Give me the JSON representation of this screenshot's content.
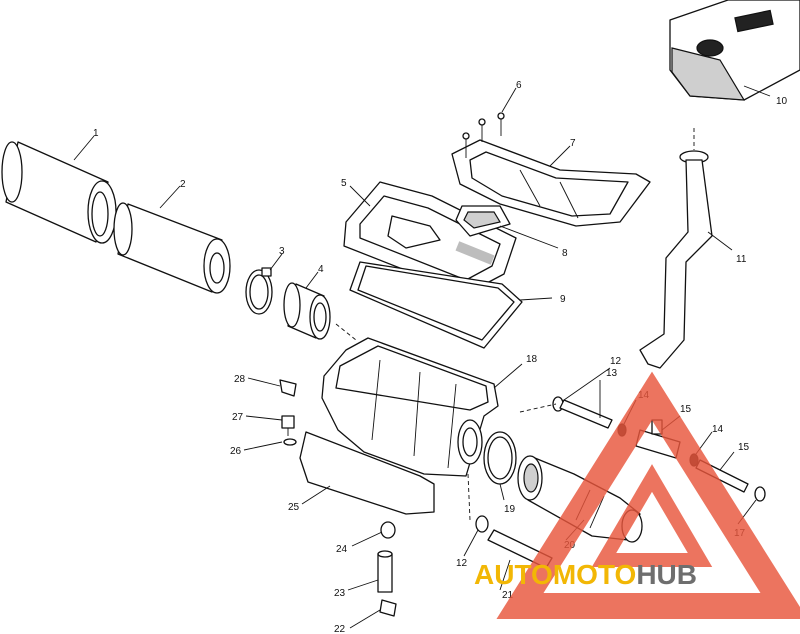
{
  "callouts": [
    {
      "label": "1"
    },
    {
      "label": "2"
    },
    {
      "label": "3"
    },
    {
      "label": "4"
    },
    {
      "label": "5"
    },
    {
      "label": "6"
    },
    {
      "label": "7"
    },
    {
      "label": "8"
    },
    {
      "label": "9"
    },
    {
      "label": "10"
    },
    {
      "label": "11"
    },
    {
      "label": "12"
    },
    {
      "label": "13"
    },
    {
      "label": "14"
    },
    {
      "label": "15"
    },
    {
      "label": "14"
    },
    {
      "label": "15"
    },
    {
      "label": "17"
    },
    {
      "label": "18"
    },
    {
      "label": "19"
    },
    {
      "label": "20"
    },
    {
      "label": "21"
    },
    {
      "label": "12"
    },
    {
      "label": "22"
    },
    {
      "label": "23"
    },
    {
      "label": "24"
    },
    {
      "label": "25"
    },
    {
      "label": "26"
    },
    {
      "label": "27"
    },
    {
      "label": "28"
    }
  ],
  "watermark": {
    "part_a": "AUTOMOTO",
    "part_b": "HUB",
    "color_triangle": "#e8563c",
    "color_a": "#f2b705",
    "color_b": "#6e6e6e"
  }
}
